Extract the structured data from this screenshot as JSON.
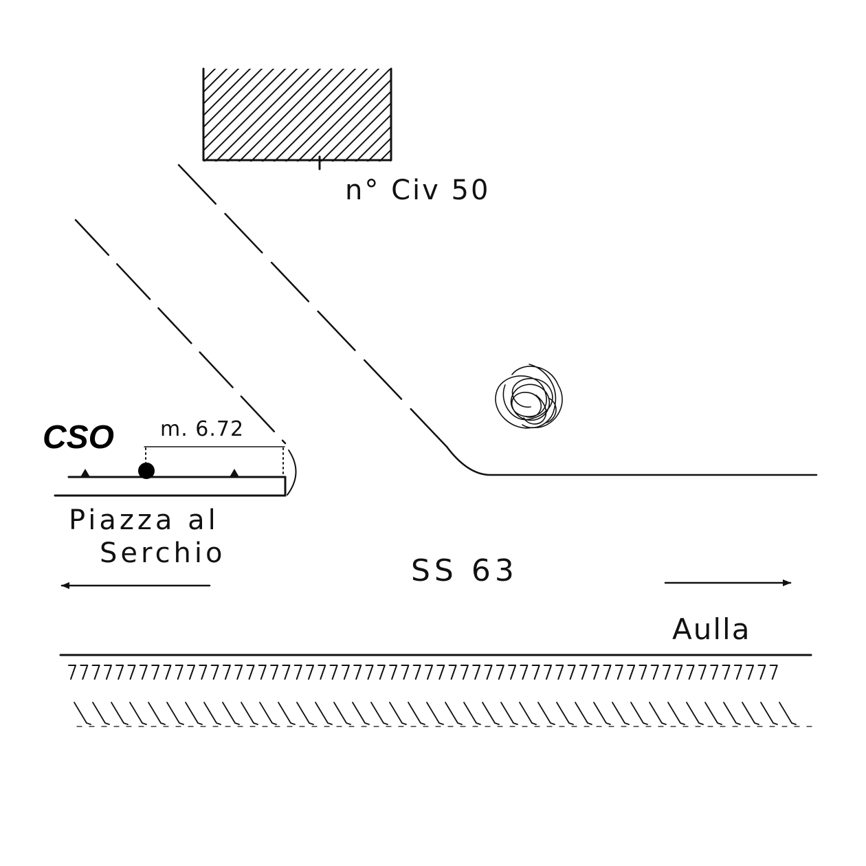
{
  "labels": {
    "building_number": "n° Civ 50",
    "cso": "CSO",
    "distance": "m. 6.72",
    "place_line1": "Piazza al",
    "place_line2": "Serchio",
    "road": "SS 63",
    "destination": "Aulla"
  },
  "colors": {
    "ink": "#111111",
    "background": "#ffffff"
  }
}
